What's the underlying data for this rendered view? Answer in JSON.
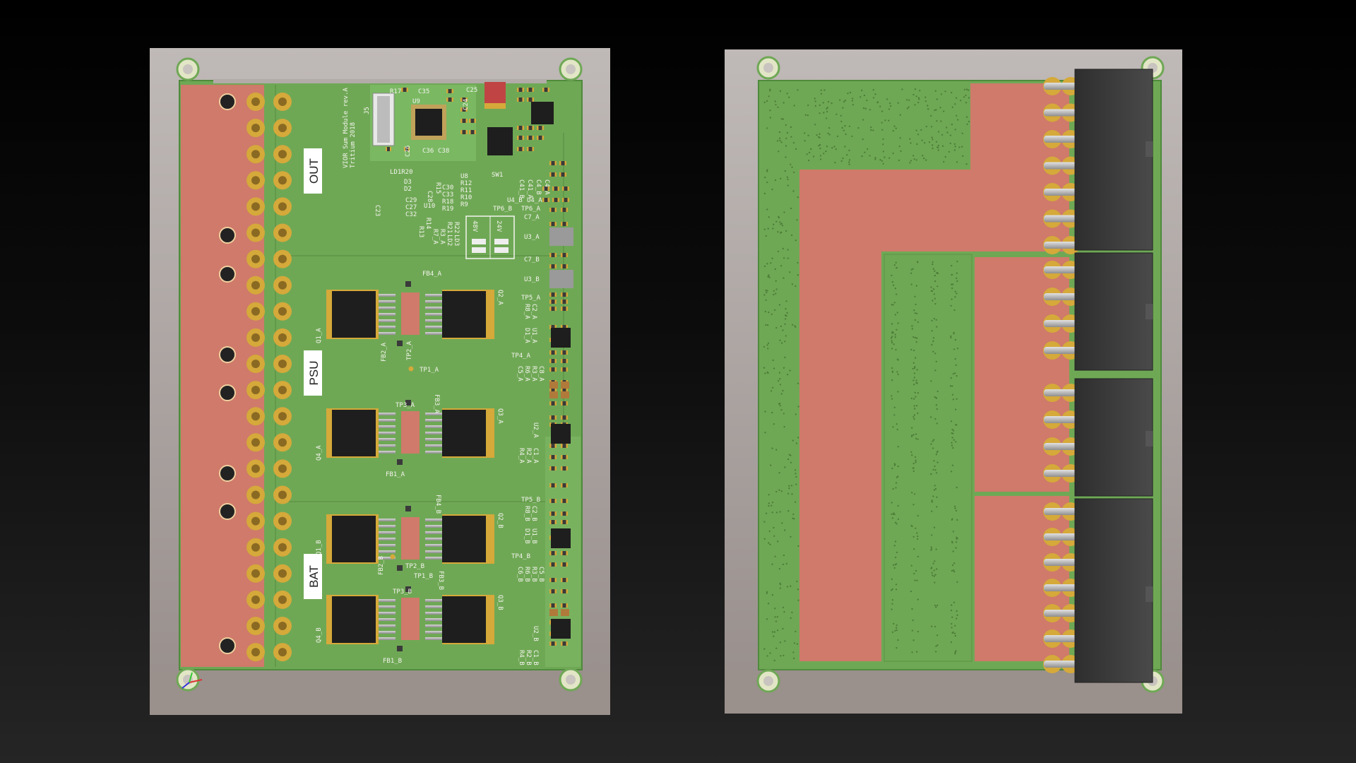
{
  "front": {
    "rev_text": [
      "VIOR Sum Module rev.A",
      "Tritium 2018"
    ],
    "section_labels": {
      "out": "OUT",
      "psu": "PSU",
      "bat": "BAT"
    },
    "top_refs": {
      "r17": "R17",
      "c35": "C35",
      "c25": "C25",
      "c24": "C24",
      "j5": "J5",
      "u9": "U9",
      "c26": "C26",
      "c36": "C36",
      "c38": "C38",
      "sw1": "SW1",
      "ld1r20": "LD1R20",
      "d3": "D3",
      "d2": "D2",
      "c28": "C28",
      "r15": "R15",
      "u8": "U8",
      "r12": "R12",
      "r11": "R11",
      "r10": "R10",
      "r9": "R9",
      "c30": "C30",
      "c33": "C33",
      "r18": "R18",
      "r19": "R19",
      "c29": "C29",
      "c27": "C27",
      "c32": "C32",
      "c23": "C23",
      "u10": "U10",
      "r22": "R22",
      "ld3": "LD3",
      "v48": "48V",
      "v24": "24V",
      "r21": "R21",
      "ld2": "LD2",
      "r14": "R14",
      "r13": "R13",
      "r7a": "R7_A",
      "r3a": "R3_A"
    },
    "right_refs": {
      "c41b": "C41_B",
      "c41a": "C41_A",
      "c4b": "C4_B",
      "c4a": "C4_A",
      "u4b": "U4_B",
      "u4a": "U4_A",
      "tp6b": "TP6_B",
      "tp6a": "TP6_A",
      "c7a": "C7_A",
      "u3a": "U3_A",
      "c7b": "C7_B",
      "u3b": "U3_B",
      "tp5a": "TP5_A",
      "r8a": "R8_A",
      "c2a": "C2_A",
      "d1a": "D1_A",
      "u1a": "U1_A",
      "tp4a": "TP4_A",
      "c5a": "C5_A",
      "r6a": "R6_A",
      "r3a": "R3_A",
      "c8a": "C8_A",
      "u2a": "U2_A",
      "r4a": "R4_A",
      "r2a": "R2_A",
      "c1a": "C1_A",
      "tp5b": "TP5_B",
      "r8b": "R8_B",
      "c2b": "C2_B",
      "d1b": "D1_B",
      "u1b": "U1_B",
      "tp4b": "TP4_B",
      "c6b": "C6_B",
      "r6b": "R6_B",
      "r3b": "R3_B",
      "c5b": "C5_B",
      "u2b": "U2_B",
      "r4b": "R4_B",
      "r2b": "R2_B",
      "c1b": "C1_B"
    },
    "fet_refs": {
      "fb4a": "FB4_A",
      "q1a": "Q1_A",
      "q2a": "Q2_A",
      "fb2a": "FB2_A",
      "tp2a": "TP2_A",
      "tp1a": "TP1_A",
      "tp3a": "TP3_A",
      "fb3a": "FB3_A",
      "q3a": "Q3_A",
      "q4a": "Q4_A",
      "fb1a": "FB1_A",
      "fb4b": "FB4_B",
      "q1b": "Q1_B",
      "q2b": "Q2_B",
      "fb2b": "FB2_B",
      "tp2b": "TP2_B",
      "tp1b": "TP1_B",
      "fb3b": "FB3_B",
      "tp3b": "TP3_B",
      "q3b": "Q3_B",
      "q4b": "Q4_B",
      "fb1b": "FB1_B"
    }
  },
  "colors": {
    "background": "#050505",
    "frame": "#a8a19e",
    "solder_mask": "#6fa855",
    "copper": "#cf7a6a",
    "pad_gold": "#d5a93a",
    "chip": "#1e1e1e",
    "connector": "#3d3d3d",
    "silkscreen": "#f4f4ee"
  }
}
